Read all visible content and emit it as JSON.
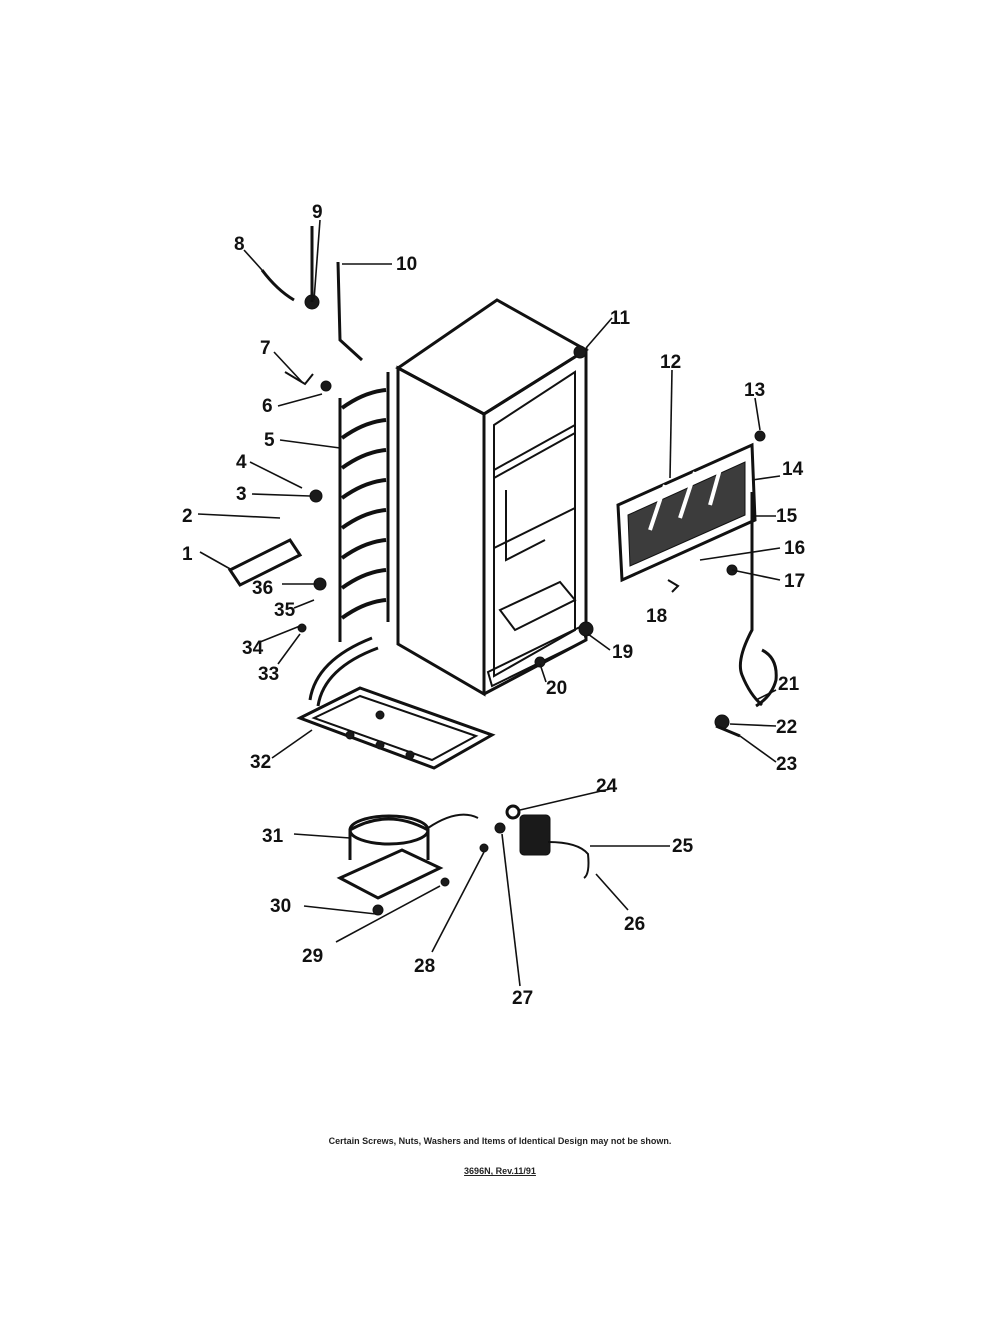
{
  "diagram": {
    "labels": [
      "1",
      "2",
      "3",
      "4",
      "5",
      "6",
      "7",
      "8",
      "9",
      "10",
      "11",
      "12",
      "13",
      "14",
      "15",
      "16",
      "17",
      "18",
      "19",
      "20",
      "21",
      "22",
      "23",
      "24",
      "25",
      "26",
      "27",
      "28",
      "29",
      "30",
      "31",
      "32",
      "33",
      "34",
      "35",
      "36"
    ]
  },
  "footer": {
    "note": "Certain Screws, Nuts, Washers and Items of Identical Design may not be shown.",
    "code": "3696N, Rev.11/91"
  }
}
